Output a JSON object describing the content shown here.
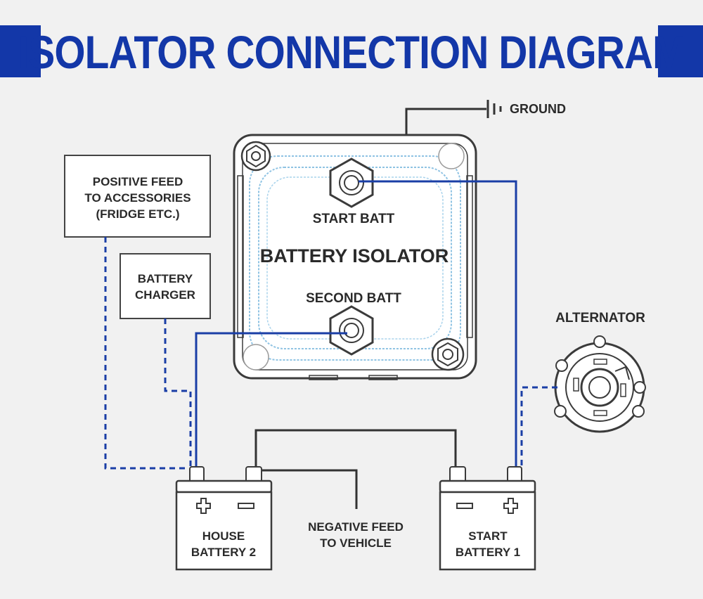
{
  "header": {
    "title": "ISOLATOR CONNECTION DIAGRAM"
  },
  "labels": {
    "ground": "GROUND",
    "positive_feed": [
      "POSITIVE FEED",
      "TO ACCESSORIES",
      "(FRIDGE ETC.)"
    ],
    "charger": [
      "BATTERY",
      "CHARGER"
    ],
    "isolator": "BATTERY ISOLATOR",
    "start_batt_terminal": "START BATT",
    "second_batt_terminal": "SECOND BATT",
    "alternator": "ALTERNATOR",
    "negative_feed": [
      "NEGATIVE FEED",
      "TO VEHICLE"
    ],
    "house_battery": [
      "HOUSE",
      "BATTERY 2"
    ],
    "start_battery": [
      "START",
      "BATTERY 1"
    ]
  },
  "colors": {
    "accent": "#1337a8",
    "wire_blue": "#1a3ea6",
    "wire_dark": "#333333",
    "background": "#f1f1f1"
  }
}
